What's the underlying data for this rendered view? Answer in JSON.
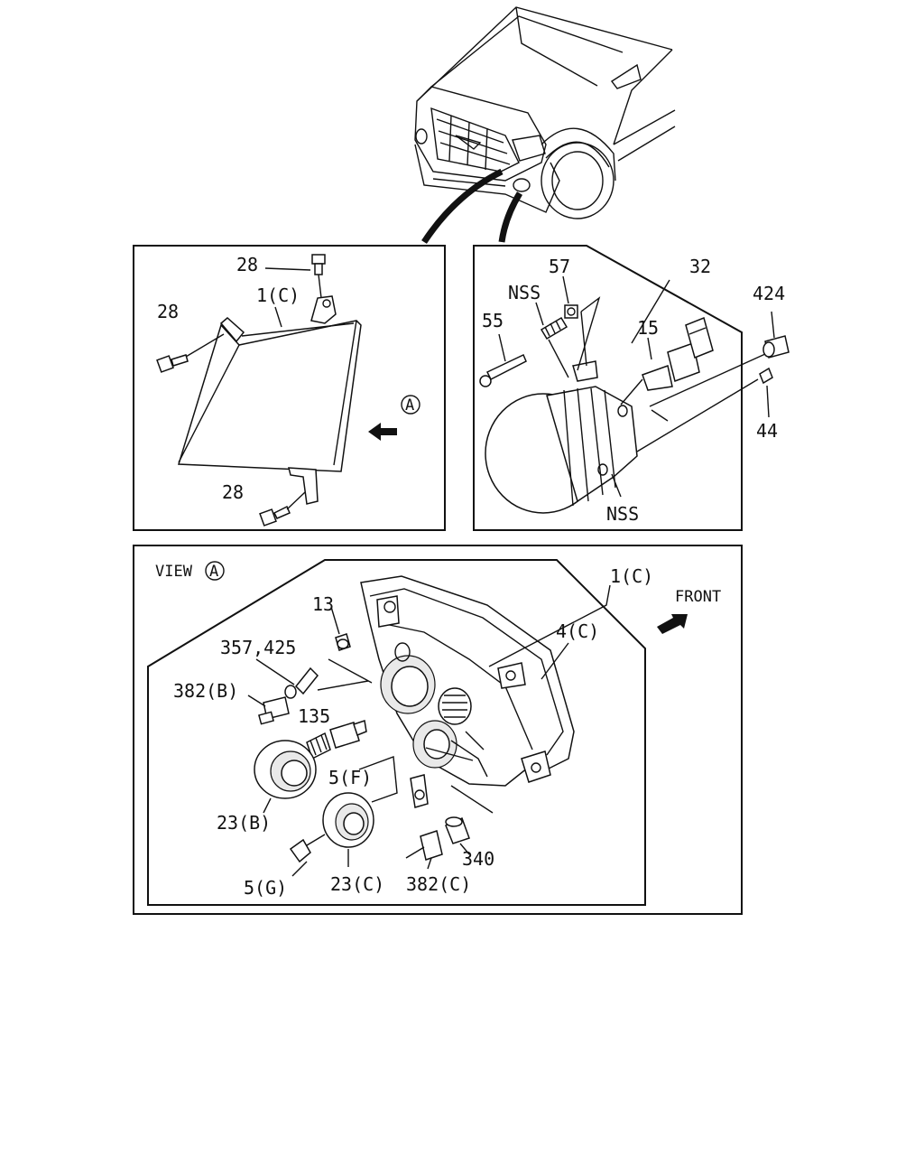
{
  "panels": {
    "headlamp": {
      "labels": {
        "screw_top": "28",
        "lamp": "1(C)",
        "screw_left": "28",
        "screw_bottom": "28",
        "view_marker": "A"
      }
    },
    "fog_lamp": {
      "labels": {
        "assembly": "32",
        "clip": "57",
        "nss_top": "NSS",
        "screw": "55",
        "bulb": "15",
        "grommet": "424",
        "nut": "44",
        "nss_bottom": "NSS"
      }
    },
    "view_a": {
      "title": "VIEW",
      "view_marker": "A",
      "front_label": "FRONT",
      "labels": {
        "assembly": "1(C)",
        "housing": "4(C)",
        "grommet": "13",
        "bulb_357_425": "357,425",
        "socket_382b": "382(B)",
        "spring_135": "135",
        "bulb_5f": "5(F)",
        "cap_23b": "23(B)",
        "bulb_5g": "5(G)",
        "cap_23c": "23(C)",
        "socket_382c": "382(C)",
        "bulb_340": "340"
      }
    }
  }
}
